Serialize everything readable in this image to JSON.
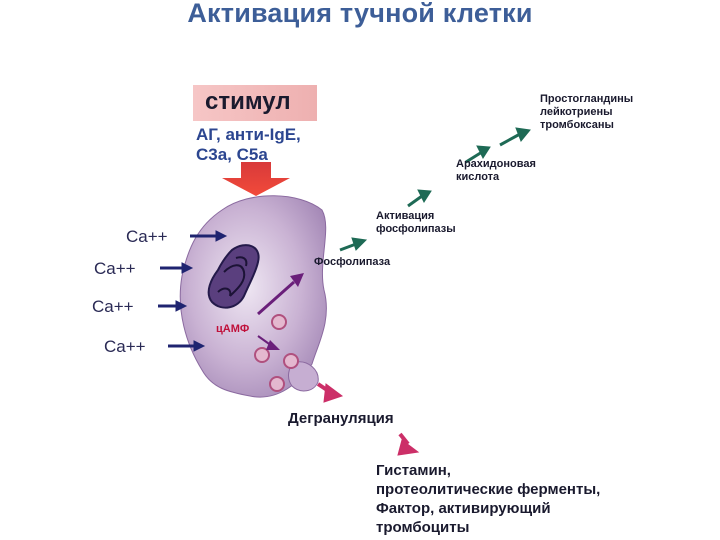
{
  "title": "Активация тучной клетки",
  "stimulus": {
    "label": "стимул",
    "line1": "АГ, анти-IgE,",
    "line2": "С3а, С5а"
  },
  "calcium": [
    "Ca++",
    "Ca++",
    "Ca++",
    "Ca++"
  ],
  "camp": "цАМФ",
  "pathway": {
    "phospholipase": "Фосфолипаза",
    "activation_line1": "Активация",
    "activation_line2": "фосфолипазы",
    "arachidonic_line1": "Арахидоновая",
    "arachidonic_line2": "кислота",
    "products_line1": "Простогландины",
    "products_line2": "лейкотриены",
    "products_line3": "тромбоксаны"
  },
  "degranulation": "Дегрануляция",
  "mediators": {
    "line1": "Гистамин,",
    "line2": "протеолитические ферменты,",
    "line3": "Фактор, активирующий",
    "line4": "тромбоциты"
  },
  "colors": {
    "title": "#3d5e98",
    "stimulus_box": "#f2bcbc",
    "stimulus_text": "#2c4690",
    "red_arrow": "#e02828",
    "cell": "#b89ac4",
    "navy_arrow": "#1f2470",
    "green_arrow": "#1e6a55",
    "magenta_arrow": "#cc2f68",
    "purple_arrow": "#6a1f7a",
    "camp_text": "#c0103a"
  }
}
